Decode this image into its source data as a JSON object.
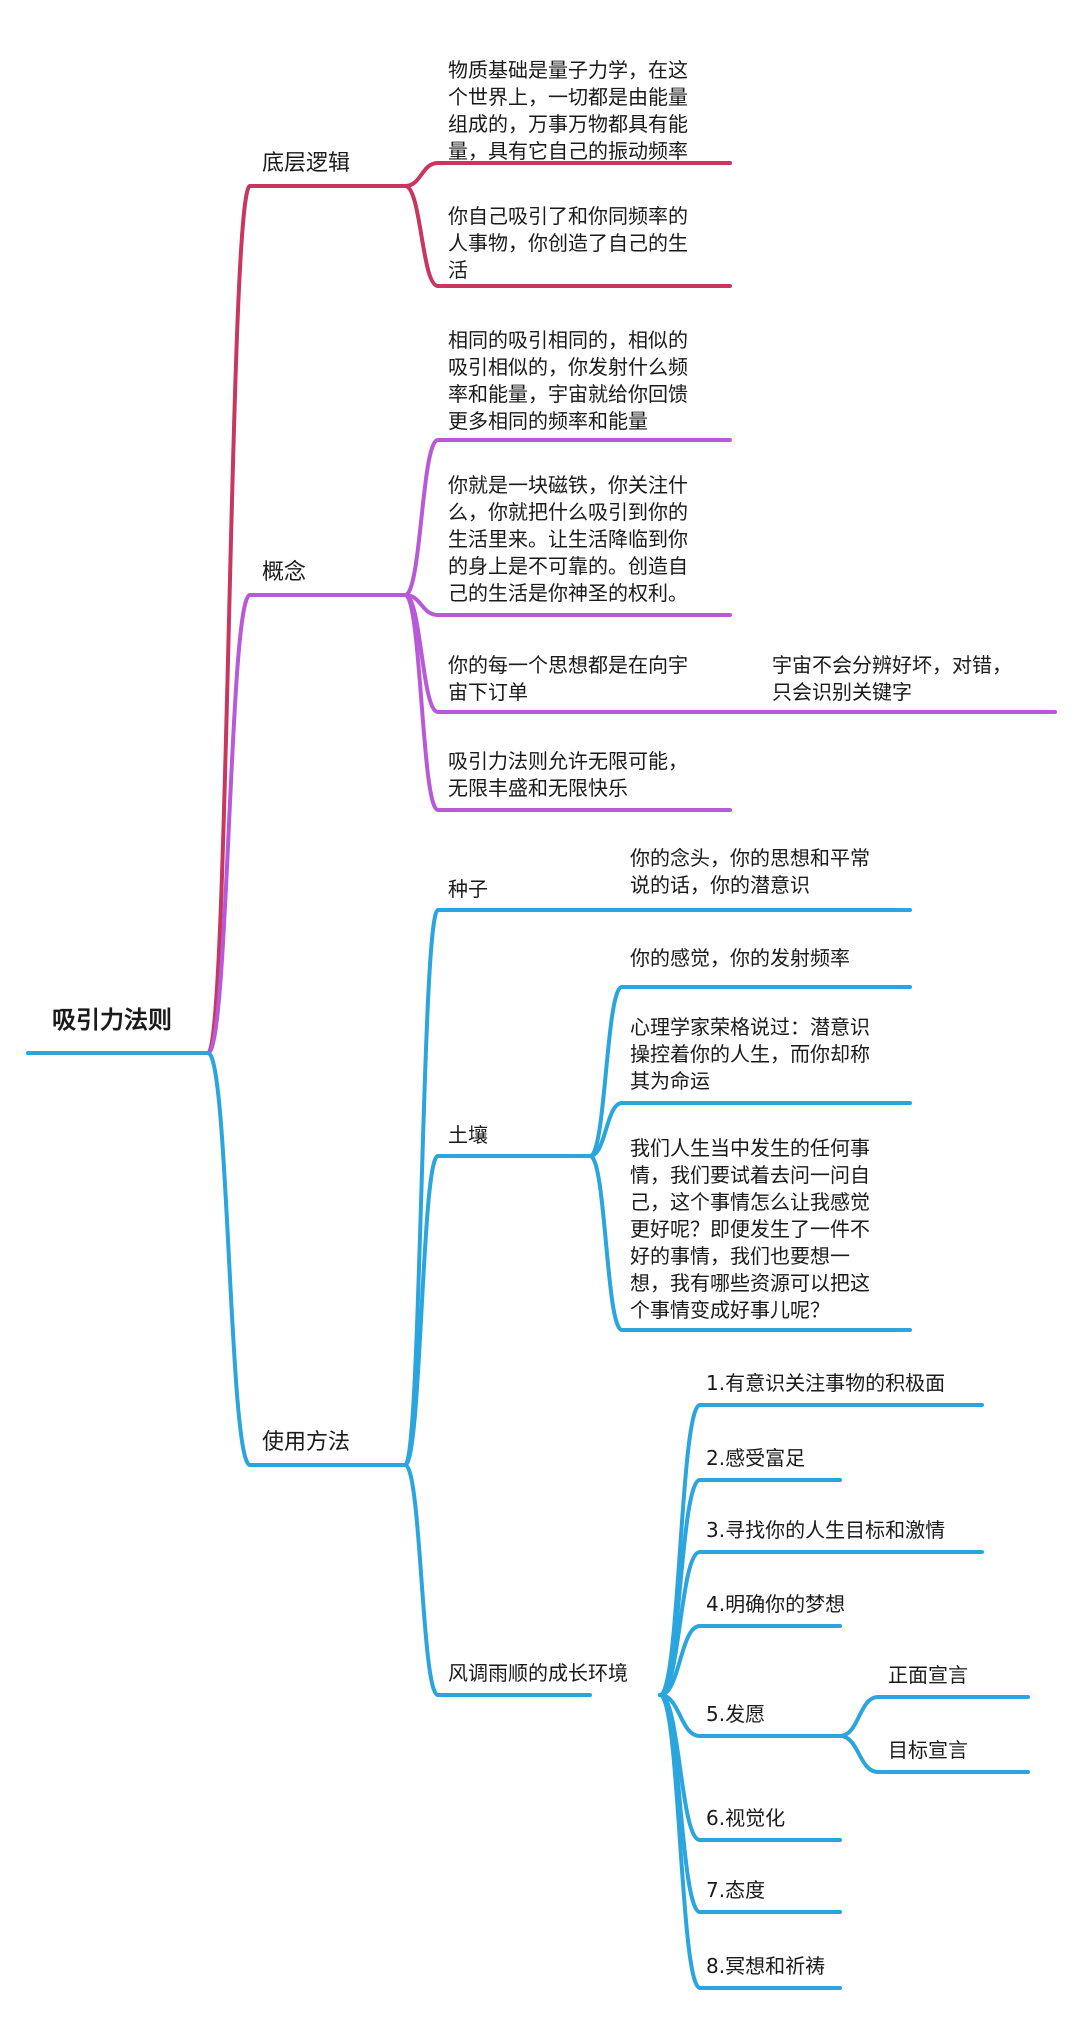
{
  "colors": {
    "red": "#c8375f",
    "purple": "#b85ad8",
    "blue": "#2aa5dd"
  },
  "root": "吸引力法则",
  "branches": {
    "base": {
      "label": "底层逻辑",
      "items": [
        [
          "物质基础是量子力学，在这",
          "个世界上，一切都是由能量",
          "组成的，万事万物都具有能",
          "量，具有它自己的振动频率"
        ],
        [
          "你自己吸引了和你同频率的",
          "人事物，你创造了自己的生",
          "活"
        ]
      ]
    },
    "concept": {
      "label": "概念",
      "items": [
        [
          "相同的吸引相同的，相似的",
          "吸引相似的，你发射什么频",
          "率和能量，宇宙就给你回馈",
          "更多相同的频率和能量"
        ],
        [
          "你就是一块磁铁，你关注什",
          "么，你就把什么吸引到你的",
          "生活里来。让生活降临到你",
          "的身上是不可靠的。创造自",
          "己的生活是你神圣的权利。"
        ],
        [
          "你的每一个思想都是在向宇",
          "宙下订单"
        ],
        [
          "吸引力法则允许无限可能，",
          "无限丰盛和无限快乐"
        ]
      ],
      "order_note": [
        "宇宙不会分辨好坏，对错，",
        "只会识别关键字"
      ]
    },
    "usage": {
      "label": "使用方法",
      "seed": {
        "label": "种子",
        "items": [
          [
            "你的念头，你的思想和平常",
            "说的话，你的潜意识"
          ]
        ]
      },
      "soil": {
        "label": "土壤",
        "items": [
          [
            "你的感觉，你的发射频率"
          ],
          [
            "心理学家荣格说过：潜意识",
            "操控着你的人生，而你却称",
            "其为命运"
          ],
          [
            "我们人生当中发生的任何事",
            "情，我们要试着去问一问自",
            "己，这个事情怎么让我感觉",
            "更好呢？即便发生了一件不",
            "好的事情，我们也要想一",
            "想，我有哪些资源可以把这",
            "个事情变成好事儿呢？"
          ]
        ]
      },
      "env": {
        "label": "风调雨顺的成长环境",
        "items": [
          "1.有意识关注事物的积极面",
          "2.感受富足",
          "3.寻找你的人生目标和激情",
          "4.明确你的梦想",
          "5.发愿",
          "6.视觉化",
          "7.态度",
          "8.冥想和祈祷"
        ],
        "vow": [
          "正面宣言",
          "目标宣言"
        ]
      }
    }
  }
}
